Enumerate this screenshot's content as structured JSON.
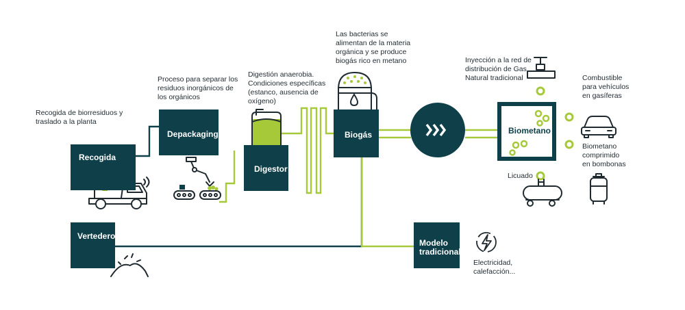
{
  "colors": {
    "dark": "#0f4049",
    "lime": "#a6c93a",
    "text": "#1f2a30"
  },
  "nodes": {
    "recogida": "Recogida",
    "depackaging": "Depackaging",
    "digestor": "Digestor",
    "biogas": "Biogás",
    "biometano": "Biometano",
    "vertedero": "Vertedero",
    "modelo_tradicional": "Modelo\ntradicional"
  },
  "notes": {
    "recogida": "Recogida de biorresiduos y\ntraslado a la planta",
    "depackaging": "Proceso para separar los\nresiduos inorgánicos de\nlos orgánicos",
    "digestor": "Digestión anaerobia.\nCondiciones específicas\n(estanco, ausencia de\noxígeno)",
    "biogas": "Las bacterias se\nalimentan de la materia\norgánica y se produce\nbiogás rico en metano",
    "inyeccion": "Inyección a la red de\ndistribución de Gas\nNatural tradicional",
    "combustible": "Combustible\npara vehículos\nen gasíferas",
    "comprimido": "Biometano\ncomprimido\nen bombonas",
    "licuado": "Licuado",
    "electricidad": "Electricidad,\ncalefacción..."
  },
  "icons": [
    "garbage-truck-icon",
    "recycle-icon",
    "robot-arm-icon",
    "conveyor-belt-icon",
    "digester-tank-icon",
    "biogas-tank-icon",
    "gas-drop-icon",
    "forward-arrows-icon",
    "gas-valve-icon",
    "car-icon",
    "gas-cylinder-icon",
    "tanker-truck-icon",
    "lightning-icon",
    "landfill-icon"
  ]
}
